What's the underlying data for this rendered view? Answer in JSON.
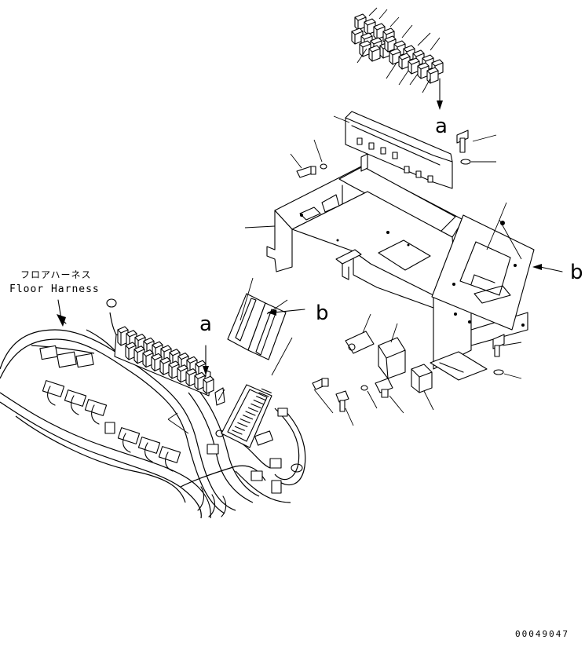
{
  "labels": {
    "harness_jp": "フロアハーネス",
    "harness_en": "Floor Harness",
    "callout_a_top": "a",
    "callout_a_mid": "a",
    "callout_b_right": "b",
    "callout_b_mid": "b",
    "drawing_number": "00049047"
  }
}
